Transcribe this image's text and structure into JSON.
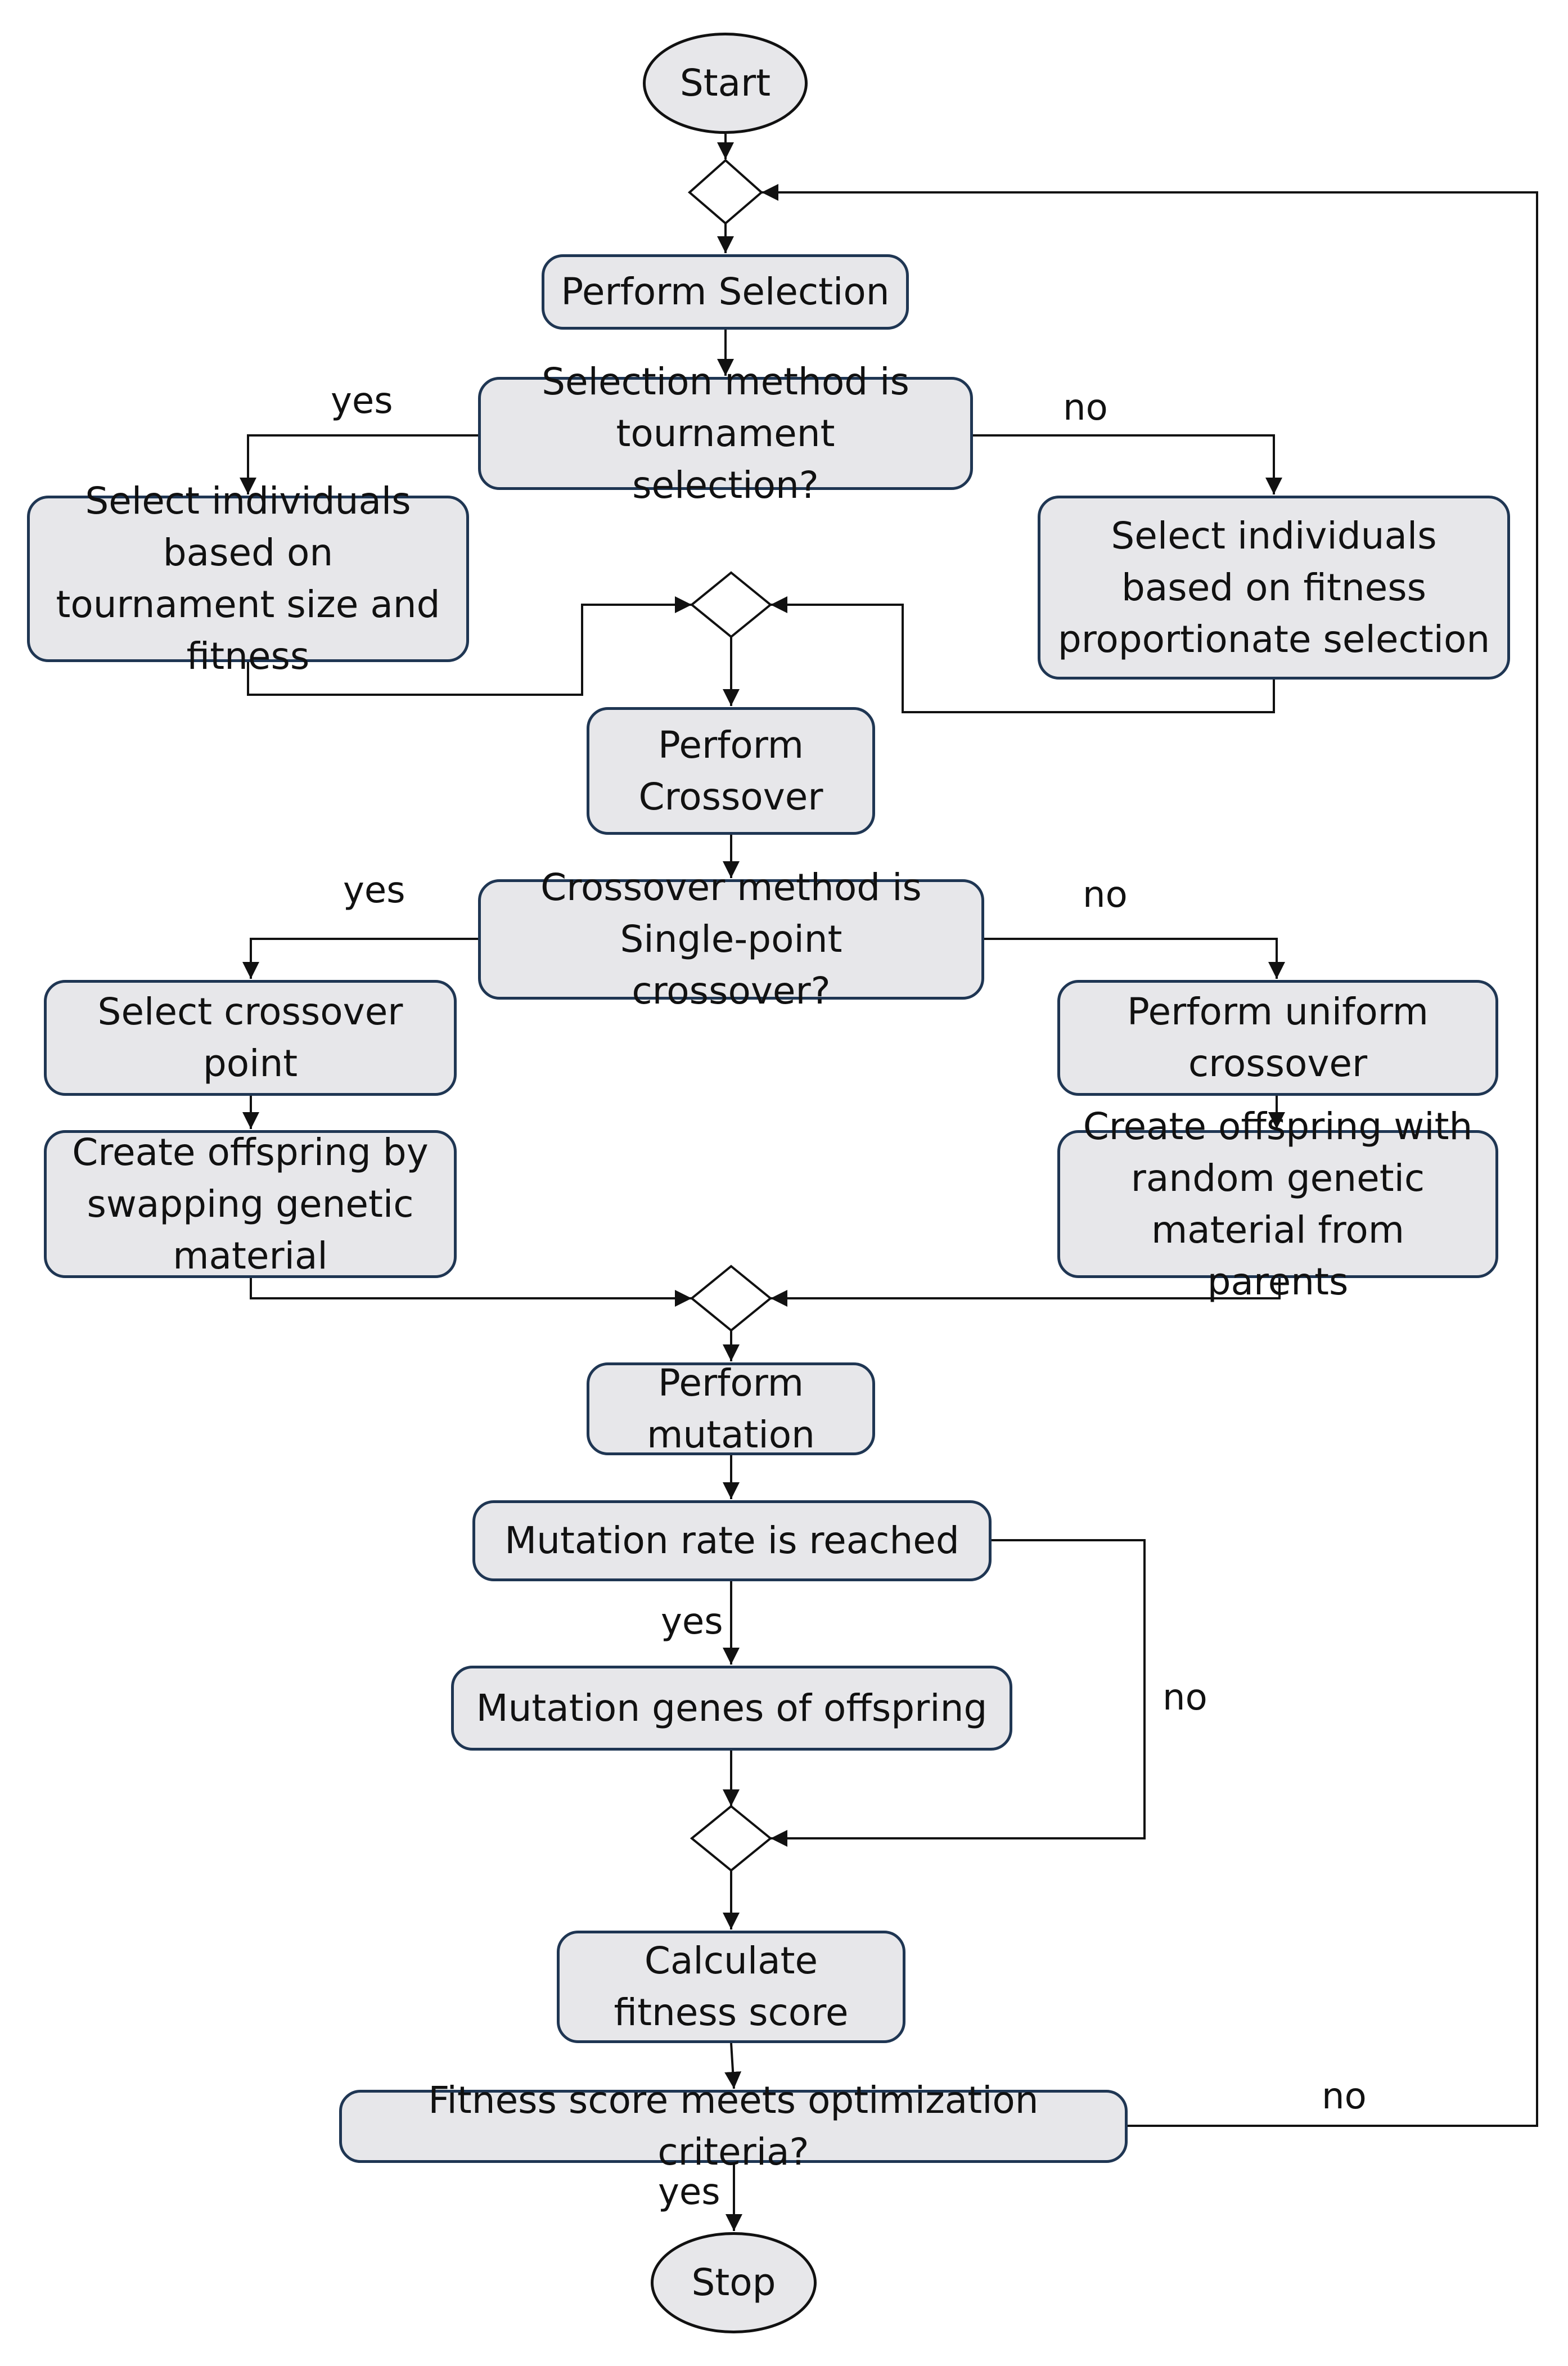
{
  "nodes": {
    "start": "Start",
    "perform_selection": "Perform Selection",
    "selection_decision": "Selection method is tournament selection?",
    "tournament_select": "Select individuals based on tournament size and fitness",
    "fitness_proportionate": "Select individuals based on fitness proportionate selection",
    "perform_crossover": "Perform Crossover",
    "crossover_decision": "Crossover method is Single-point crossover?",
    "select_crossover_point": "Select crossover point",
    "create_offspring_swap": "Create offspring by swapping genetic material",
    "uniform_crossover": "Perform uniform crossover",
    "create_offspring_random": "Create offspring with random genetic material from parents",
    "perform_mutation": "Perform mutation",
    "mutation_rate": "Mutation rate is reached",
    "mutation_genes": "Mutation genes of offspring",
    "calculate_fitness": "Calculate fitness score",
    "fitness_criteria": "Fitness score meets optimization criteria?",
    "stop": "Stop"
  },
  "edge_labels": {
    "selection_yes": "yes",
    "selection_no": "no",
    "crossover_yes": "yes",
    "crossover_no": "no",
    "mutation_yes": "yes",
    "mutation_no": "no",
    "criteria_no": "no",
    "criteria_yes": "yes"
  },
  "colors": {
    "node_fill": "#e7e7ea",
    "node_border": "#1f3653",
    "line": "#111111"
  }
}
